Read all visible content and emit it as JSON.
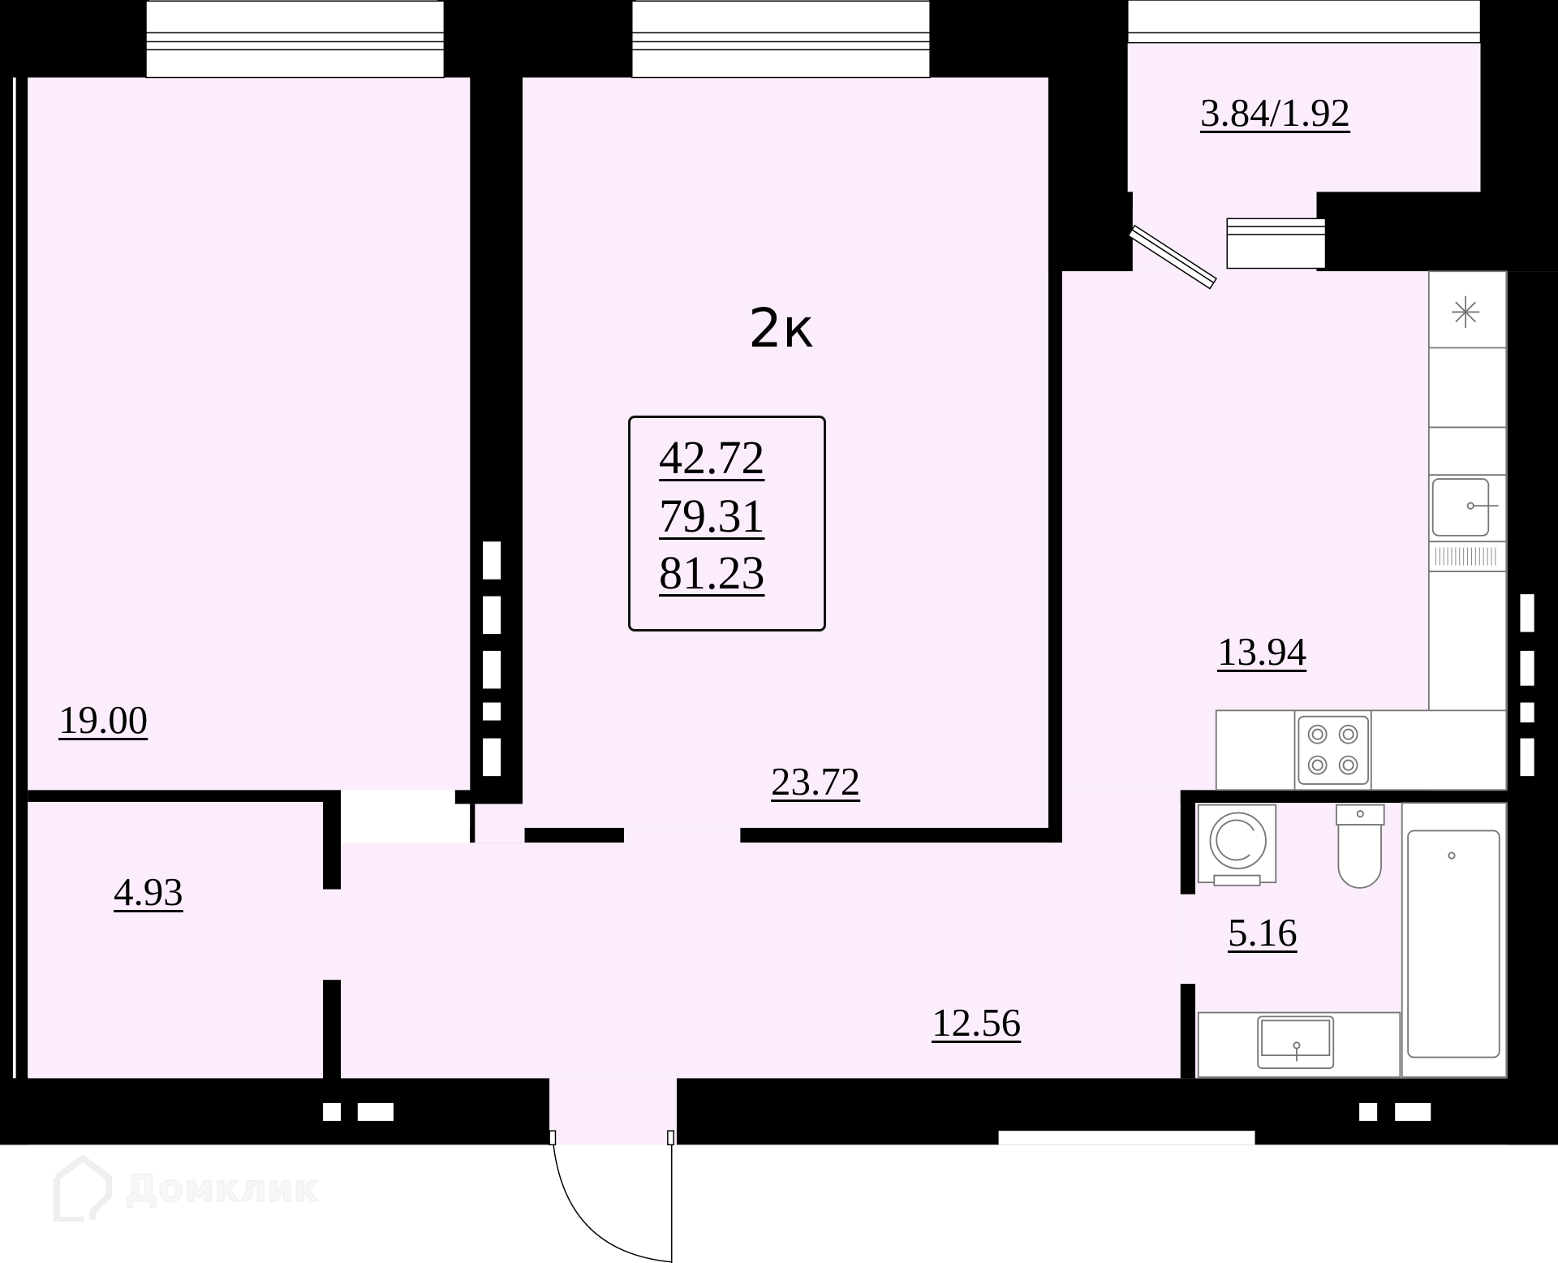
{
  "plan": {
    "apartment_type": "2к",
    "summary": {
      "living_area": "42.72",
      "total_area": "79.31",
      "total_area_with_balcony": "81.23"
    },
    "rooms": [
      {
        "id": "bedroom-left",
        "area": "19.00"
      },
      {
        "id": "bedroom-center",
        "area": "23.72"
      },
      {
        "id": "balcony",
        "area": "3.84/1.92"
      },
      {
        "id": "kitchen",
        "area": "13.94"
      },
      {
        "id": "storage",
        "area": "4.93"
      },
      {
        "id": "hallway",
        "area": "12.56"
      },
      {
        "id": "bathroom",
        "area": "5.16"
      }
    ],
    "watermark": "Домклик",
    "colors": {
      "room_fill": "#fcedfc",
      "wall": "#000000",
      "fixture_stroke": "#777777"
    }
  }
}
